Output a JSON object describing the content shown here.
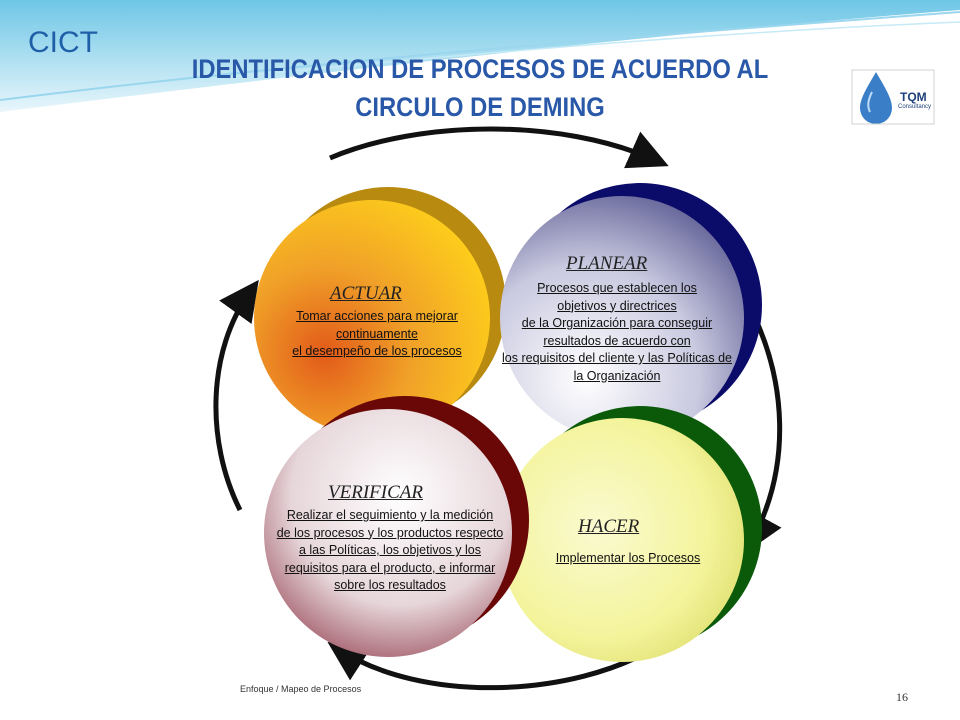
{
  "header": {
    "brand": "CICT",
    "title_line1": "IDENTIFICACION DE PROCESOS DE ACUERDO AL",
    "title_line2": "CIRCULO DE DEMING",
    "logo_text": "TQM",
    "logo_sub": "Consultancy"
  },
  "diagram": {
    "actuar": {
      "heading": "ACTUAR",
      "lines": [
        "Tomar acciones para mejorar",
        " continuamente",
        "el desempeño de los procesos"
      ],
      "color": "#f4b400"
    },
    "planear": {
      "heading": "PLANEAR",
      "lines": [
        "Procesos que establecen los",
        "objetivos y directrices",
        "de la Organización para conseguir",
        "resultados de acuerdo con",
        "los requisitos del cliente y las Políticas de",
        "la Organización"
      ],
      "color": "#1a1a7a"
    },
    "verificar": {
      "heading": "VERIFICAR",
      "lines": [
        "Realizar el seguimiento y la medición",
        "de los procesos y los productos respecto",
        "a las Políticas, los objetivos y los",
        "requisitos para el producto, e informar",
        "sobre los resultados"
      ],
      "color": "#7a0a0a"
    },
    "hacer": {
      "heading": "HACER",
      "lines": [
        "Implementar los Procesos"
      ],
      "color": "#0a6a0a"
    }
  },
  "footer": {
    "caption": "Enfoque / Mapeo de Procesos",
    "page": "16"
  }
}
